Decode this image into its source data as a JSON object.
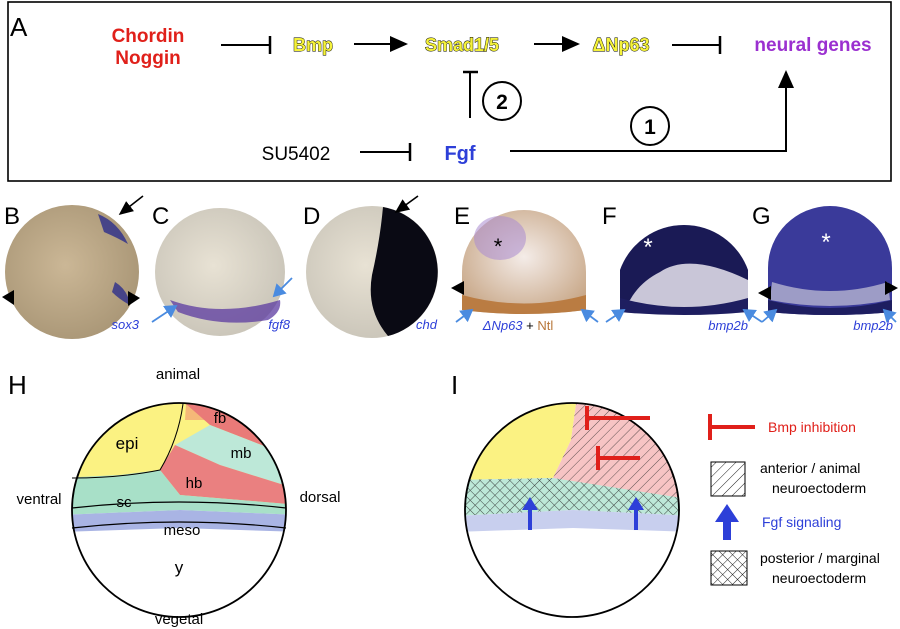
{
  "panel_letters": {
    "A": "A",
    "B": "B",
    "C": "C",
    "D": "D",
    "E": "E",
    "F": "F",
    "G": "G",
    "H": "H",
    "I": "I"
  },
  "pathway": {
    "chordin": "Chordin",
    "noggin": "Noggin",
    "bmp": "Bmp",
    "smad": "Smad1/5",
    "np63": "ΔNp63",
    "neural": "neural genes",
    "su5402": "SU5402",
    "fgf": "Fgf",
    "circle1": "1",
    "circle2": "2"
  },
  "embryo_labels": {
    "B": "sox3",
    "C": "fgf8",
    "D": "chd",
    "E_a": "ΔNp63",
    "E_plus": " + ",
    "E_b": "Ntl",
    "F": "bmp2b",
    "G": "bmp2b",
    "star": "*"
  },
  "fate_map": {
    "animal": "animal",
    "vegetal": "vegetal",
    "ventral": "ventral",
    "dorsal": "dorsal",
    "epi": "epi",
    "fb": "fb",
    "mb": "mb",
    "hb": "hb",
    "sc": "sc",
    "meso": "meso",
    "y": "y"
  },
  "legend": {
    "bmp_inhibition": "Bmp inhibition",
    "anterior_1": "anterior / animal",
    "anterior_2": "neuroectoderm",
    "fgf_signaling": "Fgf signaling",
    "posterior_1": "posterior / marginal",
    "posterior_2": "neuroectoderm"
  },
  "colors": {
    "red": "#e0201a",
    "yellow_hi": "#f5f23a",
    "purple": "#9b30d0",
    "blue": "#2d3fd8",
    "stain": "#2c2a8a"
  }
}
